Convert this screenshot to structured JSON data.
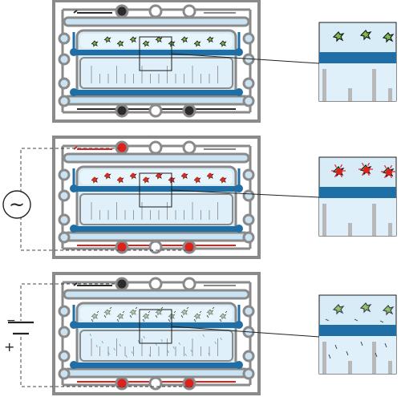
{
  "panels": [
    {
      "state": "idle",
      "pad_color": "#2b2b2b",
      "trace_color": "#2b2b2b",
      "cell_state": "intact",
      "source": "none"
    },
    {
      "state": "ac-field",
      "pad_color": "#e0201b",
      "trace_color": "#e0201b",
      "cell_state": "sparking",
      "source": "ac",
      "source_symbol": "~"
    },
    {
      "state": "dc-field",
      "pad_color": "#2b2b2b",
      "trace_color": "#2b2b2b",
      "bottom_pad_color": "#e0201b",
      "bottom_trace_color": "#e0201b",
      "cell_state": "fragmented",
      "source": "dc",
      "polarity_minus": "−",
      "polarity_plus": "+"
    }
  ],
  "colors": {
    "frame": "#8a8a8a",
    "trace_light": "#c9e3f2",
    "channel_blue": "#1f6ea5",
    "chamber_fill": "#d8ecf8",
    "cell_green": "#7dbb4a",
    "spark_red": "#e0201b",
    "outline": "#1a1a1a"
  },
  "icons": {
    "ac": "ac-source-icon",
    "dc": "dc-battery-icon",
    "cell": "cell-icon"
  }
}
